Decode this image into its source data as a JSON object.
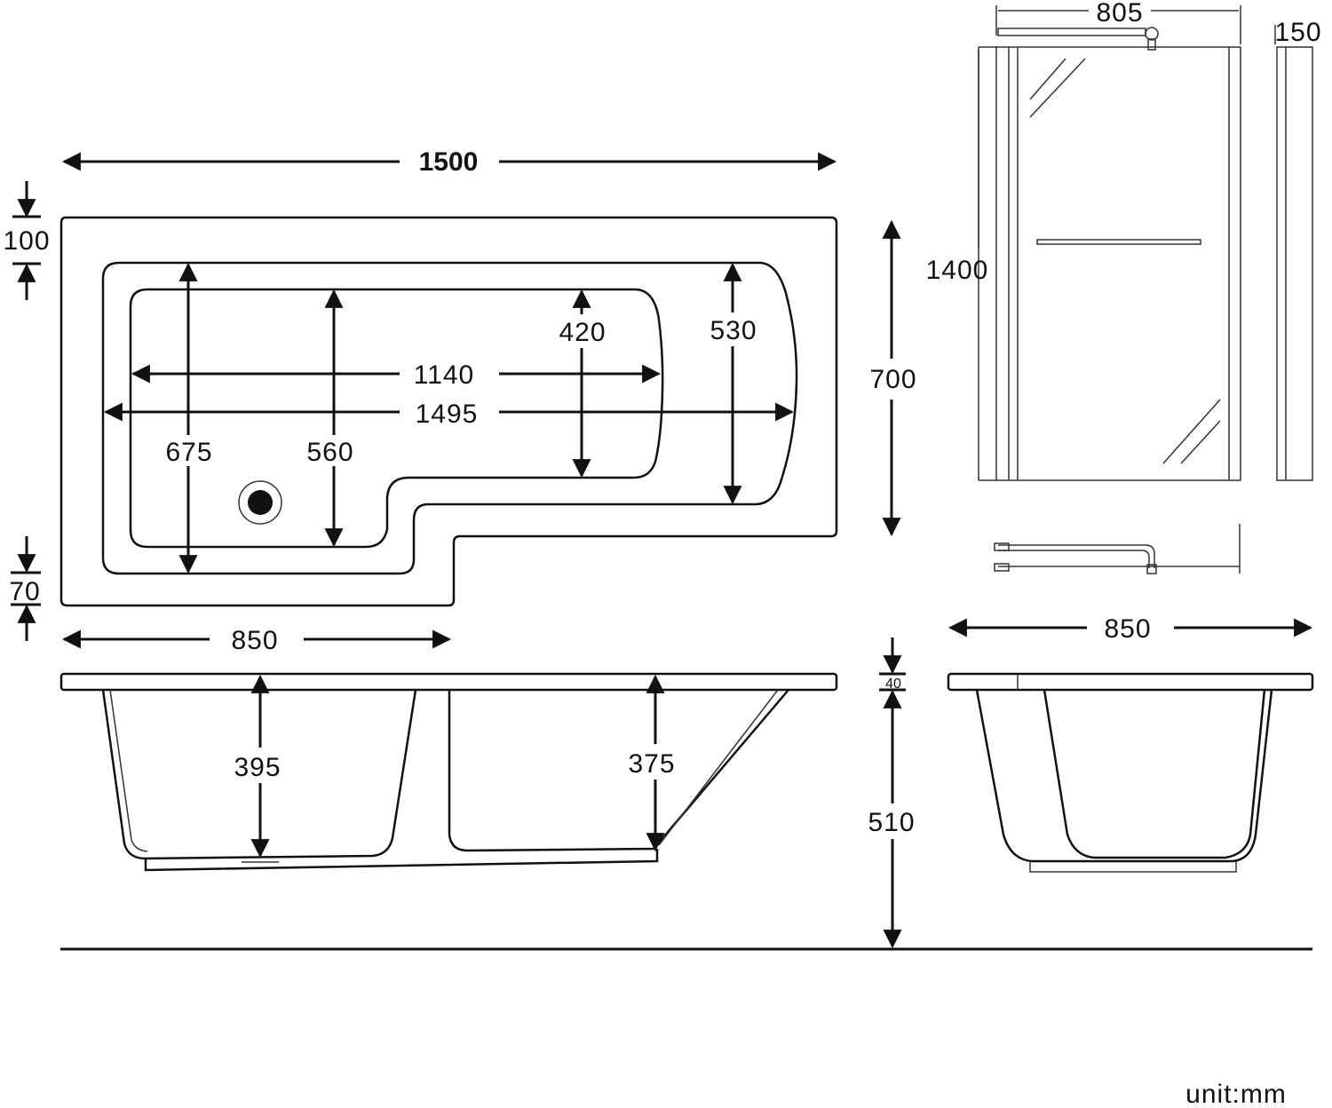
{
  "plan": {
    "overall_length": "1500",
    "deck_top": "100",
    "deck_bottom": "70",
    "overall_width": "700",
    "inner_length": "1140",
    "bath_length": "1495",
    "basin_width_left": "675",
    "basin_width_mid": "560",
    "basin_width_narrow": "420",
    "basin_width_shower": "530",
    "narrow_end_length": "850"
  },
  "side_view": {
    "depth_left": "395",
    "depth_right": "375",
    "rim_thickness": "40",
    "height_to_rim": "510"
  },
  "end_view": {
    "width": "850"
  },
  "screen": {
    "width": "805",
    "depth": "150",
    "height": "1400"
  },
  "unit_label": "unit:mm"
}
